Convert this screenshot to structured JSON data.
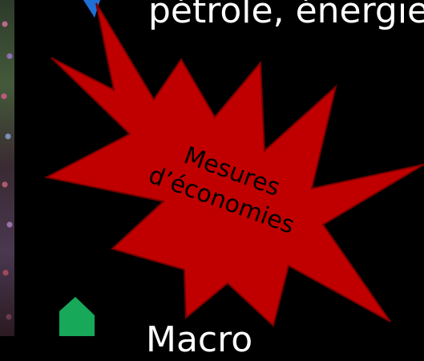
{
  "slide": {
    "top_text": "pétrole, énergie)",
    "burst_label_line1": "Mesures",
    "burst_label_line2": "d’économies",
    "bottom_text": "Macro"
  },
  "colors": {
    "background": "#000000",
    "burst_fill": "#c00000",
    "burst_stroke": "#7a0000",
    "text": "#ffffff",
    "burst_text": "#000000",
    "arrow_blue": "#1f6fd6",
    "arrow_green": "#17a85a"
  },
  "icons": {
    "top_arrow": "blue-arrow-icon",
    "bottom_arrow": "green-arrow-icon"
  }
}
